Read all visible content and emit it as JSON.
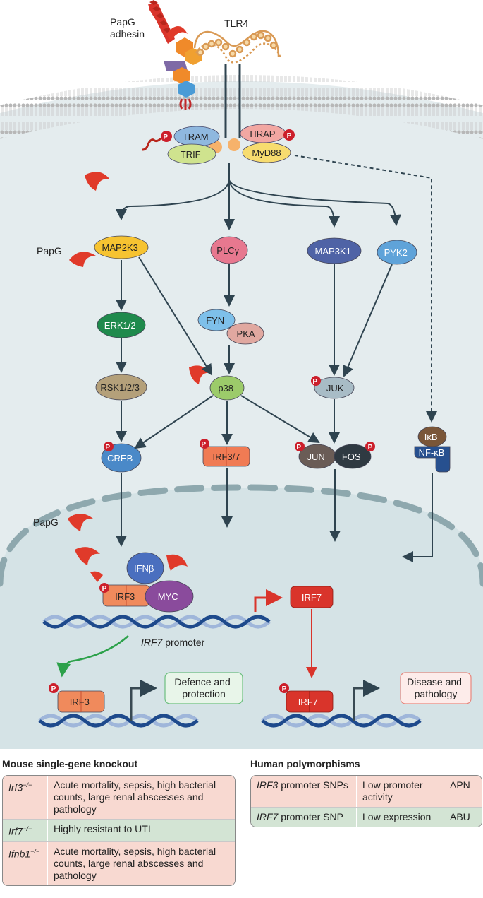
{
  "diagram": {
    "papg_adhesin": "PapG\nadhesin",
    "tlr4": "TLR4",
    "tram": "TRAM",
    "trif": "TRIF",
    "tirap": "TIRAP",
    "myd88": "MyD88",
    "phos": "P",
    "papg": "PapG",
    "map2k3": "MAP2K3",
    "plcg": "PLCγ",
    "map3k1": "MAP3K1",
    "pyk2": "PYK2",
    "erk": "ERK1/2",
    "fyn": "FYN",
    "pka": "PKA",
    "rsk": "RSK1/2/3",
    "p38": "p38",
    "juk": "JUK",
    "creb": "CREB",
    "irf37": "IRF3/7",
    "jun": "JUN",
    "fos": "FOS",
    "ikb": "IκB",
    "nfkb": "NF-κB",
    "ifnb": "IFNβ",
    "irf3": "IRF3",
    "myc": "MYC",
    "irf7": "IRF7",
    "irf7_promoter_gene": "IRF7",
    "irf7_promoter_rest": " promoter",
    "defence": "Defence and\nprotection",
    "disease": "Disease and\npathology"
  },
  "mouse_table": {
    "title": "Mouse single-gene knockout",
    "rows": [
      {
        "gene": "Irf3",
        "sup": "−/−",
        "phenotype": "Acute mortality, sepsis, high bacterial counts, large renal abscesses and pathology"
      },
      {
        "gene": "Irf7",
        "sup": "−/−",
        "phenotype": "Highly resistant to UTI"
      },
      {
        "gene": "Ifnb1",
        "sup": "−/−",
        "phenotype": "Acute mortality, sepsis, high bacterial counts, large renal abscesses and pathology"
      }
    ]
  },
  "human_table": {
    "title": "Human polymorphisms",
    "rows": [
      {
        "gene": "IRF3",
        "variant": " promoter SNPs",
        "effect": "Low promoter activity",
        "outcome": "APN"
      },
      {
        "gene": "IRF7",
        "variant": " promoter SNP",
        "effect": "Low expression",
        "outcome": "ABU"
      }
    ]
  },
  "colors": {
    "cytoplasm": "#e4ecee",
    "nucleus": "#d5e3e6",
    "papg_red": "#e03a2a",
    "phospho_red": "#cc1f2b",
    "irf7_red": "#d9342b",
    "irf3_orange": "#f08a5c",
    "myc_purple": "#8a4b9c",
    "dna_blue": "#1e4a8c",
    "green_arrow": "#2ca14a",
    "table_pink": "#f8d9d1",
    "table_green": "#d3e4d4"
  }
}
